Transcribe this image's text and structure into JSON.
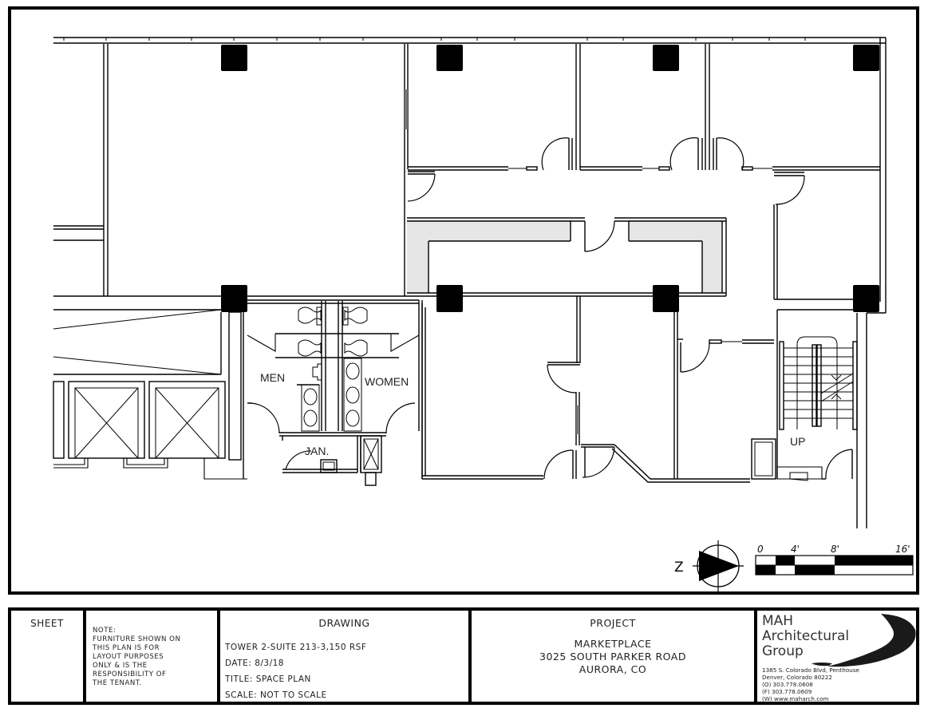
{
  "plan": {
    "rooms": {
      "men": "MEN",
      "women": "WOMEN",
      "janitor": "JAN.",
      "stairs": "UP"
    },
    "north_arrow": {
      "letter": "N",
      "rendered_glyph": "Z"
    },
    "scale_bar": {
      "ticks": [
        "0",
        "4'",
        "8'",
        "16'"
      ]
    },
    "colors": {
      "line": "#000000",
      "column_fill": "#000000",
      "counter_fill": "#e6e6e6"
    }
  },
  "titleblock": {
    "sheet": {
      "label": "SHEET"
    },
    "note": {
      "lines": [
        "NOTE:",
        "FURNITURE SHOWN ON",
        "THIS PLAN IS FOR",
        "LAYOUT PURPOSES",
        "ONLY & IS THE",
        "RESPONSIBILITY OF",
        "THE TENANT."
      ]
    },
    "drawing": {
      "label": "DRAWING",
      "suite": "TOWER 2-SUITE 213-3,150 RSF",
      "date": "DATE:  8/3/18",
      "title": "TITLE:  SPACE PLAN",
      "scale": "SCALE:  NOT TO SCALE"
    },
    "project": {
      "label": "PROJECT",
      "name": "MARKETPLACE",
      "address": "3025 SOUTH PARKER ROAD",
      "city": "AURORA, CO"
    },
    "firm": {
      "name_line1": "MAH",
      "name_line2": "Architectural",
      "name_line3": "Group",
      "address1": "1385 S. Colorado Blvd, Penthouse",
      "address2": "Denver, Colorado 80222",
      "phone": "(O) 303.778.0608",
      "fax": "(F) 303.778.0609",
      "web": "(W) www.maharch.com"
    }
  }
}
